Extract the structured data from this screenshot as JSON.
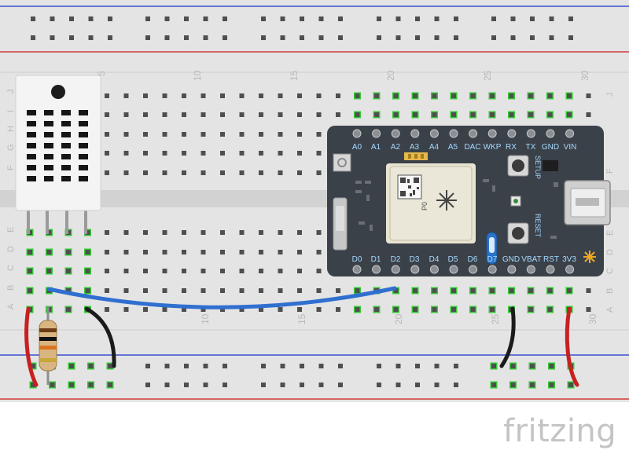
{
  "breadboard": {
    "column_numbers": [
      "5",
      "10",
      "15",
      "20",
      "25",
      "30"
    ],
    "upper_row_letters": [
      "J",
      "I",
      "H",
      "G",
      "F"
    ],
    "lower_row_letters": [
      "E",
      "D",
      "C",
      "B",
      "A"
    ],
    "colors": {
      "board": "#e4e4e4",
      "hole": "#4f4f4f",
      "connected_hole": "#35c935",
      "rail_red": "#d23a3a",
      "rail_blue": "#3a4fd2",
      "label": "#b8b8b8"
    }
  },
  "sensor": {
    "icon": "dht-humidity-temperature-sensor-icon",
    "color": "#f4f4f4"
  },
  "photon": {
    "top_pins": [
      "A0",
      "A1",
      "A2",
      "A3",
      "A4",
      "A5",
      "DAC",
      "WKP",
      "RX",
      "TX",
      "GND",
      "VIN"
    ],
    "bottom_pins": [
      "D0",
      "D1",
      "D2",
      "D3",
      "D4",
      "D5",
      "D6",
      "D7",
      "GND",
      "VBAT",
      "RST",
      "3V3"
    ],
    "setup_label": "SETUP",
    "reset_label": "RESET",
    "chip_label": "P0",
    "board_color": "#3b4149",
    "pin_label_color": "#a6d9ff"
  },
  "wires": [
    {
      "name": "data-wire",
      "color": "#2f6fd0"
    },
    {
      "name": "ground-wire-left",
      "color": "#1b1b1b"
    },
    {
      "name": "ground-wire-right",
      "color": "#1b1b1b"
    },
    {
      "name": "power-wire-left",
      "color": "#c82020"
    },
    {
      "name": "power-wire-right",
      "color": "#c82020"
    }
  ],
  "resistor": {
    "icon": "resistor-icon"
  },
  "branding": {
    "logo_text": "fritzing"
  }
}
